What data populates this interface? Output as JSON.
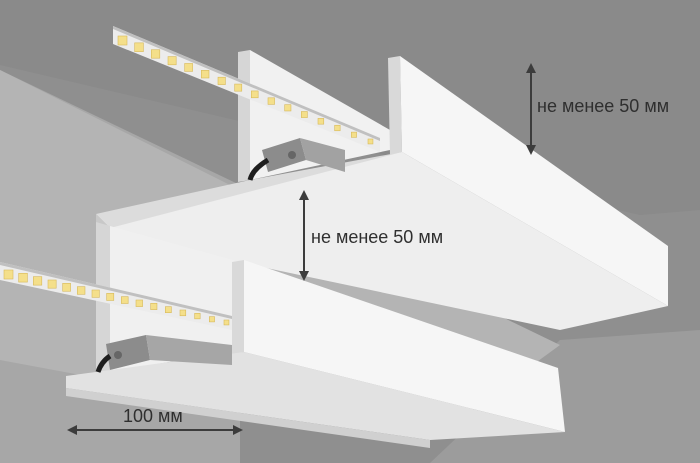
{
  "dimensions": {
    "upper_gap": {
      "label": "не менее 50 мм"
    },
    "middle_gap": {
      "label": "не менее 50 мм"
    },
    "width": {
      "label": "100 мм"
    }
  },
  "colors": {
    "wall_dark": "#8f8f8f",
    "wall_mid": "#a7a7a7",
    "ceiling": "#c9c9c9",
    "shelf_top": "#d8d8d8",
    "shelf_face": "#f4f4f4",
    "shelf_edge": "#cfcfcf",
    "led": "#f4df8a",
    "driver": "#8e8e8e",
    "arrow": "#3c3c3c"
  }
}
